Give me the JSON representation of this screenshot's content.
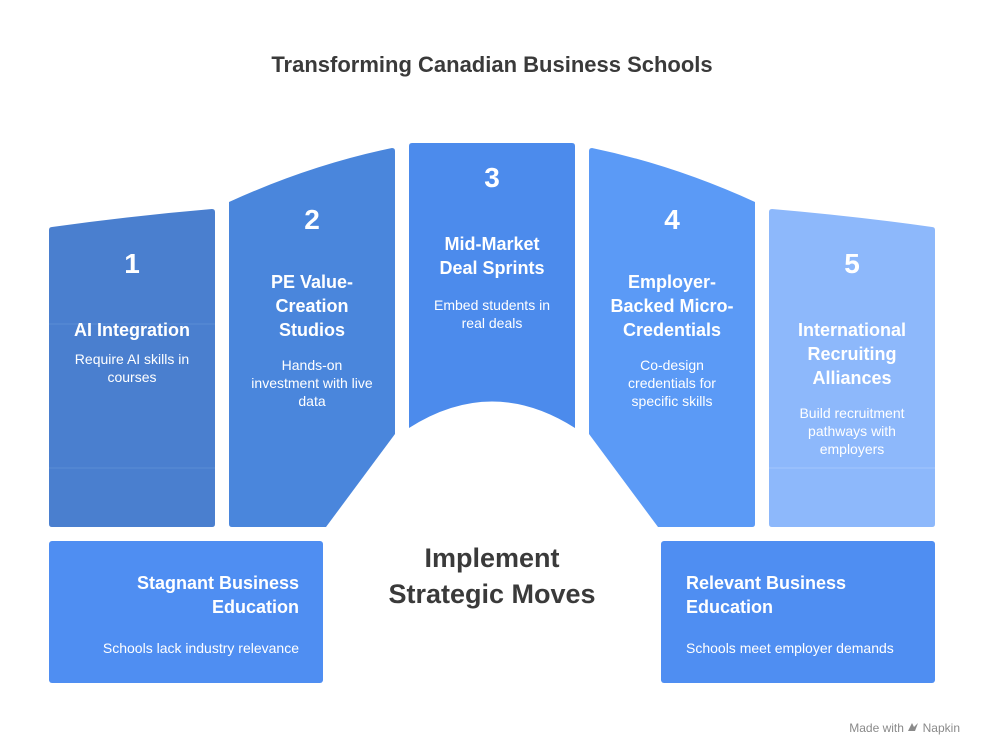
{
  "title": "Transforming Canadian Business Schools",
  "center_label": {
    "line1": "Implement",
    "line2": "Strategic Moves"
  },
  "columns": [
    {
      "number": "1",
      "heading": [
        "AI Integration"
      ],
      "description": [
        "Require AI skills in",
        "courses"
      ],
      "color": "#4a7fcf"
    },
    {
      "number": "2",
      "heading": [
        "PE Value-",
        "Creation",
        "Studios"
      ],
      "description": [
        "Hands-on",
        "investment with live",
        "data"
      ],
      "color": "#4a86dc"
    },
    {
      "number": "3",
      "heading": [
        "Mid-Market",
        "Deal Sprints"
      ],
      "description": [
        "Embed students in",
        "real deals"
      ],
      "color": "#4c8bec"
    },
    {
      "number": "4",
      "heading": [
        "Employer-",
        "Backed Micro-",
        "Credentials"
      ],
      "description": [
        "Co-design",
        "credentials for",
        "specific skills"
      ],
      "color": "#5b9af6"
    },
    {
      "number": "5",
      "heading": [
        "International",
        "Recruiting",
        "Alliances"
      ],
      "description": [
        "Build recruitment",
        "pathways with",
        "employers"
      ],
      "color": "#8db8fb"
    }
  ],
  "left_box": {
    "heading": [
      "Stagnant Business",
      "Education"
    ],
    "description": "Schools lack industry relevance"
  },
  "right_box": {
    "heading": [
      "Relevant Business",
      "Education"
    ],
    "description": "Schools meet employer demands"
  },
  "footer": {
    "made_with": "Made with",
    "brand": "Napkin"
  }
}
